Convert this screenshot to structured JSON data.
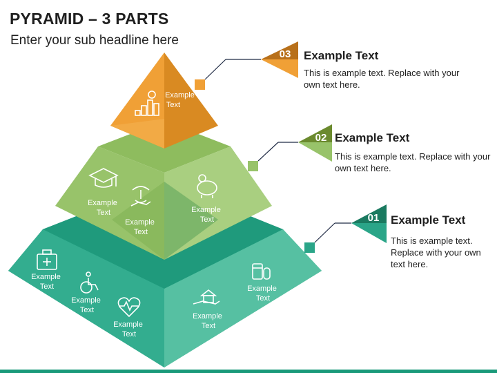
{
  "title": "PYRAMID – 3 PARTS",
  "subtitle": "Enter your sub headline here",
  "colors": {
    "level3": "#f0a036",
    "level3_dark": "#d98a22",
    "level2": "#98c36a",
    "level2_dark": "#7fae55",
    "level1": "#2aa588",
    "level1_dark": "#1c9173",
    "accent3": "#b8701a",
    "accent2": "#6b8a2e",
    "accent1": "#1a7a60"
  },
  "pyramid": {
    "top": {
      "icon_labels": [
        "Example\nText"
      ],
      "icons": [
        "coins-growth-icon"
      ]
    },
    "middle": {
      "icon_labels": [
        "Example\nText",
        "Example\nText",
        "Example\nText"
      ],
      "icons": [
        "graduation-cap-icon",
        "hand-plant-icon",
        "piggy-bank-icon"
      ]
    },
    "bottom": {
      "icon_labels": [
        "Example\nText",
        "Example\nText",
        "Example\nText",
        "Example\nText",
        "Example\nText"
      ],
      "icons": [
        "first-aid-kit-icon",
        "wheelchair-icon",
        "heart-pulse-icon",
        "hand-house-icon",
        "medicine-icon"
      ]
    }
  },
  "callouts": [
    {
      "number": "03",
      "heading": "Example Text",
      "text_line1": "This is example text. Replace with your",
      "text_line2": "own text here."
    },
    {
      "number": "02",
      "heading": "Example Text",
      "text_line1": "This is example text. Replace with your",
      "text_line2": "own text here."
    },
    {
      "number": "01",
      "heading": "Example Text",
      "text_line1": "This is example text.",
      "text_line2": "Replace with your own",
      "text_line3": "text here."
    }
  ]
}
